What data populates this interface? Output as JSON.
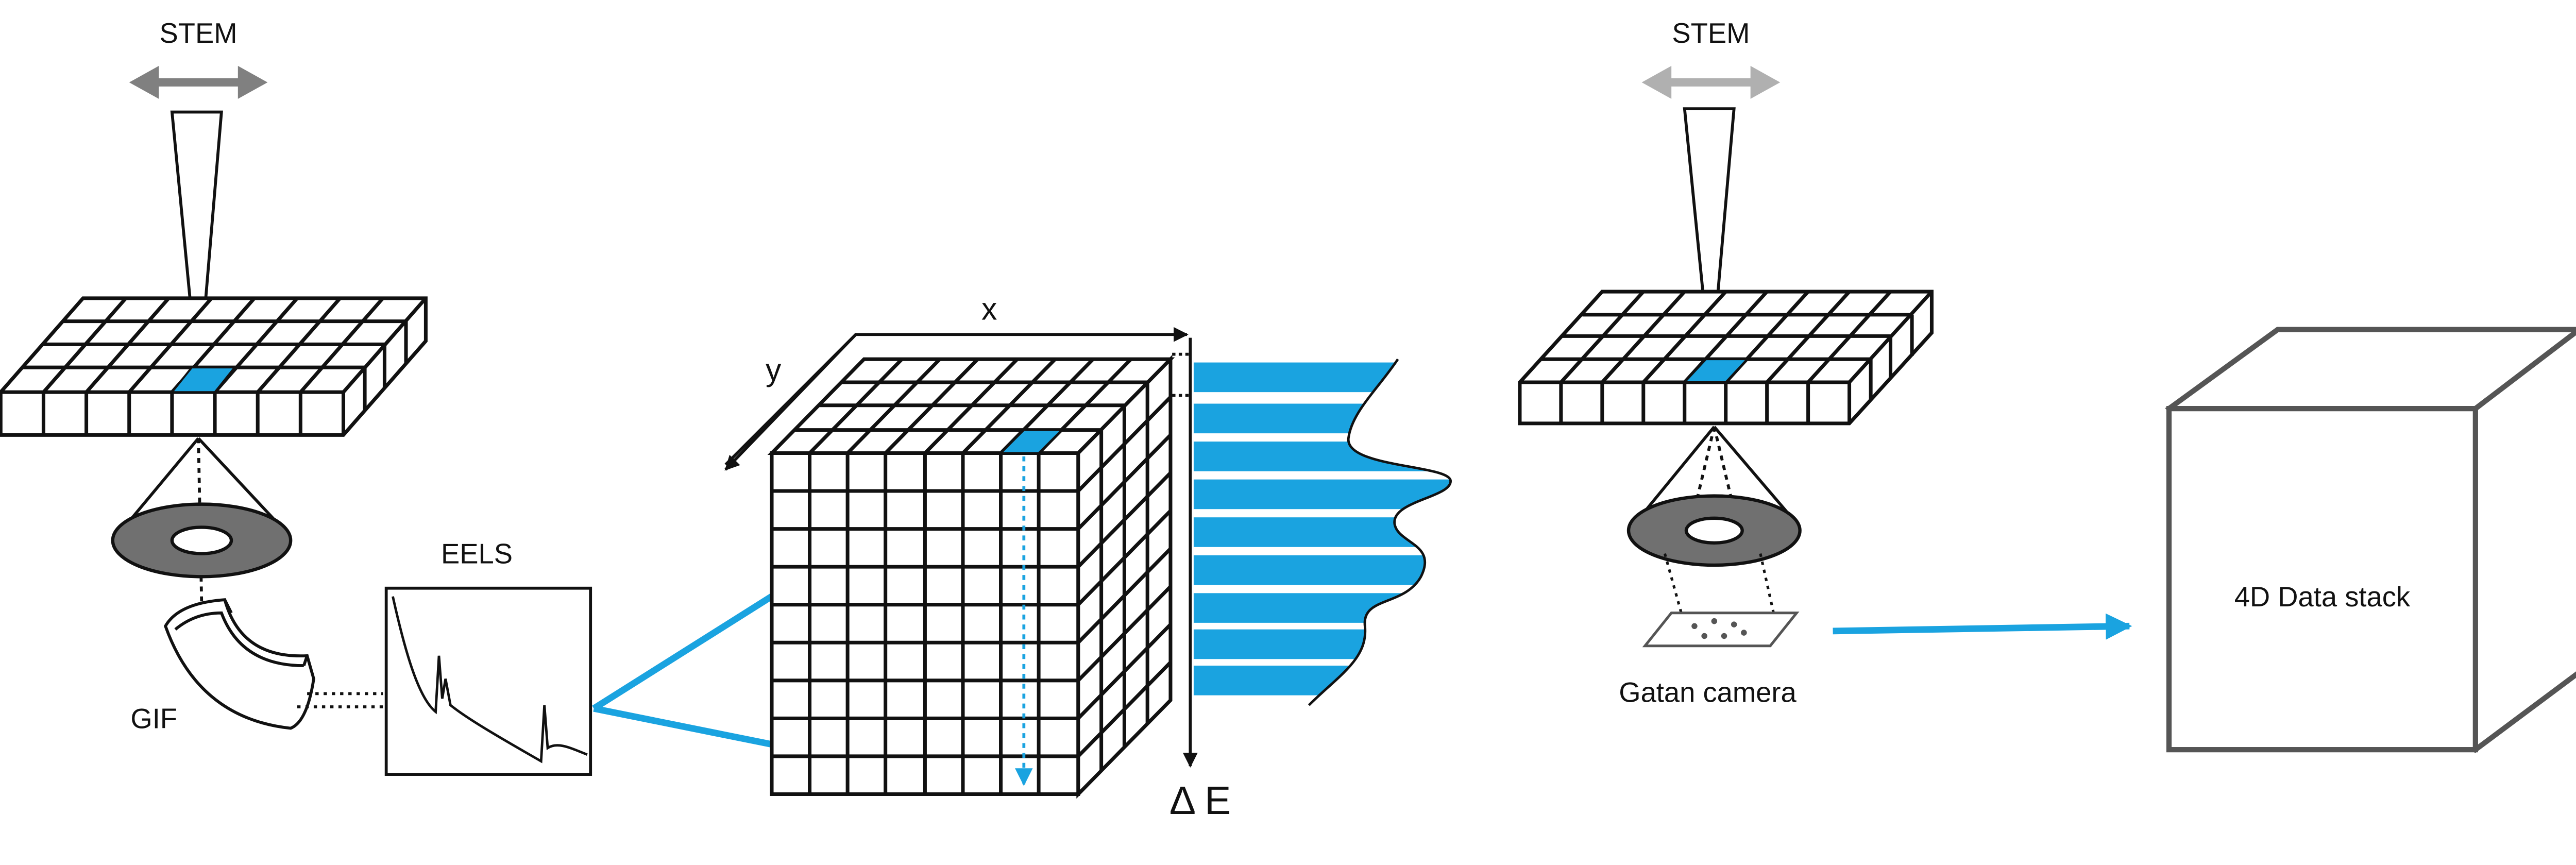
{
  "labels": {
    "stem_left": "STEM",
    "stem_right": "STEM",
    "eels": "EELS",
    "gif": "GIF",
    "axis_x": "x",
    "axis_y": "y",
    "delta_e": "Δ E",
    "gatan_camera": "Gatan camera",
    "data_stack": "4D Data stack"
  },
  "colors": {
    "accent_blue": "#1aa3e0",
    "ink": "#111111",
    "detector_gray": "#707070",
    "arrow_gray_dark": "#808080",
    "arrow_gray_light": "#b0b0b0"
  },
  "icons": [
    "double-arrow-icon",
    "stem-probe-icon",
    "detector-ring-icon",
    "spectrometer-icon",
    "camera-plate-icon"
  ]
}
